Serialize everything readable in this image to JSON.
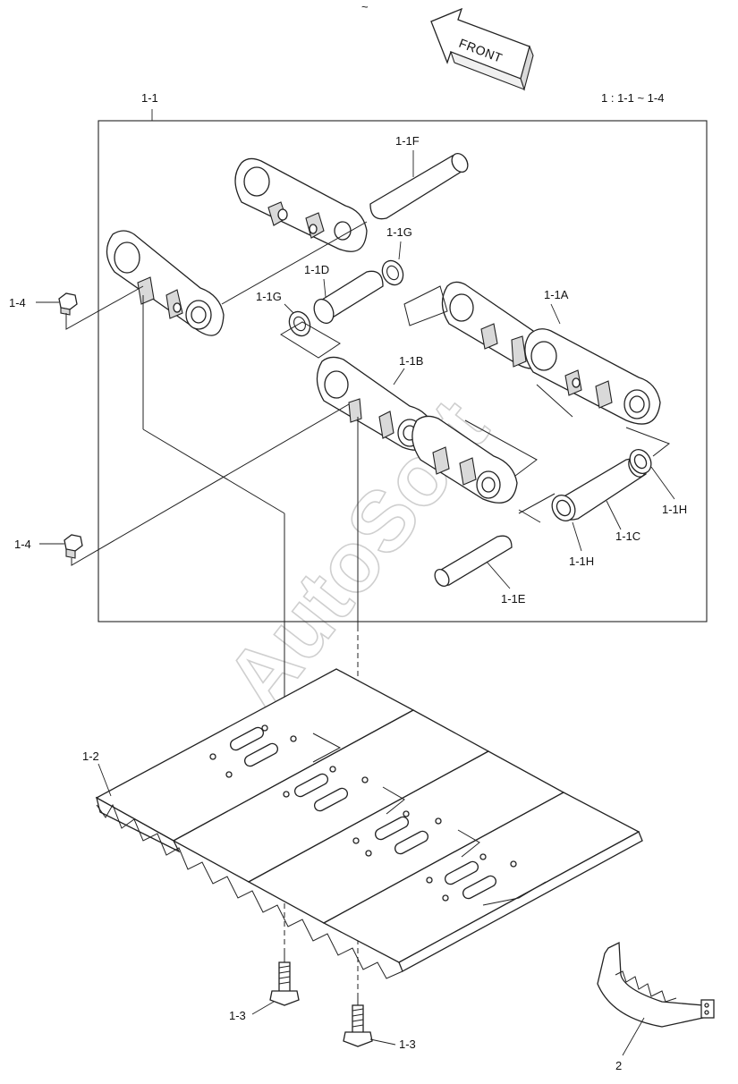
{
  "header": {
    "front_label": "FRONT",
    "range_note": "1 : 1-1 ~ 1-4",
    "mark": "~"
  },
  "watermark": "AutoSoft",
  "callouts": {
    "assembly": "1-1",
    "link_right_outer": "1-1A",
    "link_right_inner": "1-1B",
    "bushing": "1-1C",
    "bushing_left": "1-1D",
    "pin_lower": "1-1E",
    "pin_upper": "1-1F",
    "seal_upper": "1-1G",
    "seal_left": "1-1G",
    "seal_lower_left": "1-1H",
    "seal_lower_right": "1-1H",
    "shoe_plate": "1-2",
    "bolt_left": "1-3",
    "bolt_right": "1-3",
    "nut_upper": "1-4",
    "nut_lower": "1-4",
    "clamp_tool": "2"
  }
}
